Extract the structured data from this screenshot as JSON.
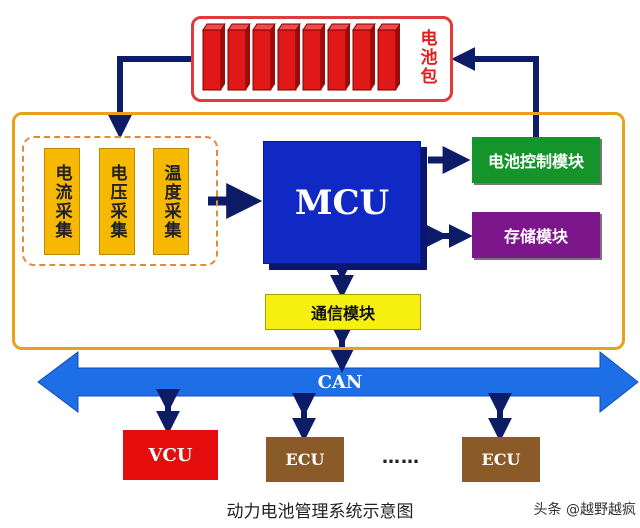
{
  "battery_pack": {
    "label": "电池包",
    "cell_count": 8
  },
  "sensors": [
    {
      "label": "电流采集"
    },
    {
      "label": "电压采集"
    },
    {
      "label": "温度采集"
    }
  ],
  "mcu": {
    "label": "MCU"
  },
  "modules": {
    "battery_control": "电池控制模块",
    "storage": "存储模块",
    "communication": "通信模块"
  },
  "bus": {
    "label": "CAN"
  },
  "nodes": {
    "vcu": "VCU",
    "ecu_1": "ECU",
    "ecu_2": "ECU",
    "ellipsis": "……"
  },
  "caption": "动力电池管理系统示意图",
  "watermark": "头条 @越野越疯",
  "colors": {
    "battery_red": "#e02020",
    "frame_orange": "#e7a21a",
    "mcu_blue": "#1029c4",
    "arrow_navy": "#0c1c66",
    "can_blue": "#1e6ee6",
    "control_green": "#14942a",
    "storage_purple": "#7d168a",
    "comm_yellow": "#f6f010",
    "vcu_red": "#e40c0c",
    "ecu_brown": "#8a5a28"
  }
}
